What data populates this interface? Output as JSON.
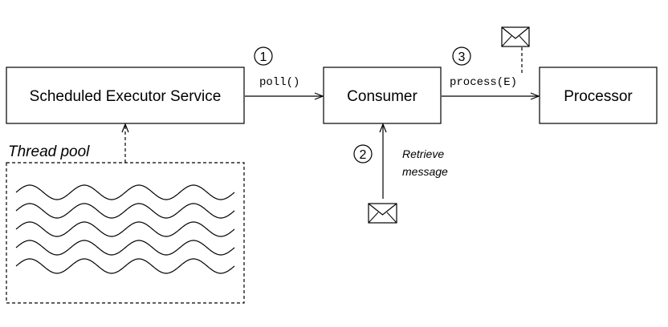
{
  "boxes": {
    "executor": "Scheduled Executor Service",
    "consumer": "Consumer",
    "processor": "Processor"
  },
  "thread_pool": {
    "label": "Thread pool",
    "wave_rows": 5
  },
  "steps": {
    "one": {
      "number": "1",
      "label": "poll()"
    },
    "two": {
      "number": "2",
      "label_line1": "Retrieve",
      "label_line2": "message"
    },
    "three": {
      "number": "3",
      "label": "process(E)"
    }
  },
  "icons": [
    "envelope-icon",
    "envelope-icon"
  ],
  "colors": {
    "stroke": "#000000",
    "background": "#ffffff"
  }
}
